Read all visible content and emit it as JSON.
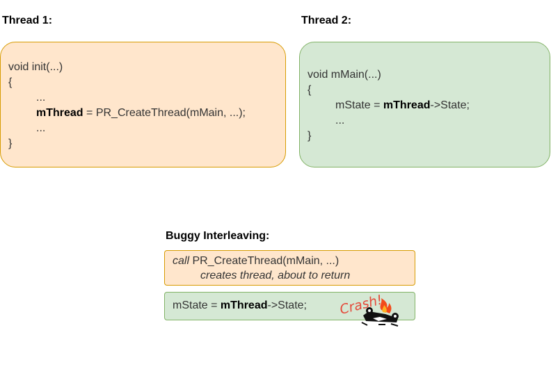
{
  "thread1": {
    "heading": "Thread 1:",
    "line1": "void init(...)",
    "line2": "{",
    "line3": "...",
    "line4_var": "mThread",
    "line4_rest": " = PR_CreateThread(mMain, ...);",
    "line5": "...",
    "line6": "}"
  },
  "thread2": {
    "heading": "Thread 2:",
    "line1": "void mMain(...)",
    "line2": "{",
    "line3_pre": "mState = ",
    "line3_var": "mThread",
    "line3_rest": "->State;",
    "line4": "...",
    "line5": "}"
  },
  "interleaving": {
    "heading": "Buggy Interleaving:",
    "step1_italic": "call",
    "step1_rest": " PR_CreateThread(mMain, ...)",
    "step1_note": "creates thread, about to return",
    "step2_pre": "mState = ",
    "step2_var": "mThread",
    "step2_rest": "->State;",
    "crash_text": "Crash!"
  },
  "colors": {
    "orange_fill": "#ffe6cc",
    "orange_border": "#d79b00",
    "green_fill": "#d5e8d4",
    "green_border": "#82b366",
    "crash_text": "#e5493a"
  }
}
